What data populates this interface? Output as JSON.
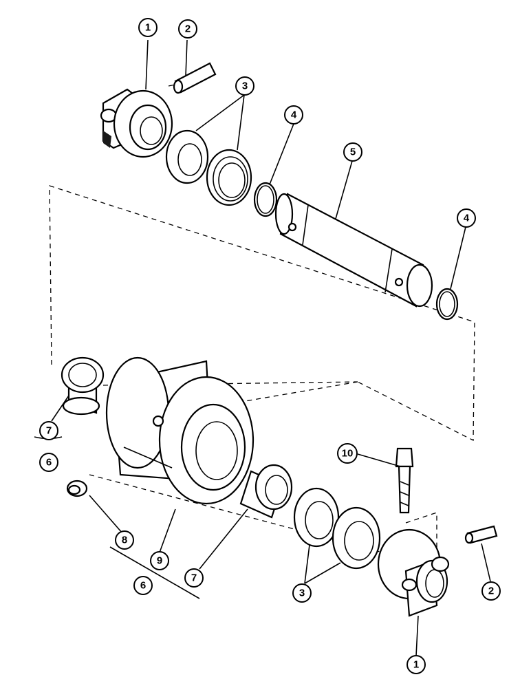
{
  "callouts": {
    "c1_top": "1",
    "c2_top": "2",
    "c3_top": "3",
    "c4_left": "4",
    "c5": "5",
    "c4_right": "4",
    "c7_left": "7",
    "c6_left": "6",
    "c10": "10",
    "c8": "8",
    "c9": "9",
    "c7_mid": "7",
    "c6_bottom": "6",
    "c3_bottom": "3",
    "c2_right": "2",
    "c1_bottom": "1"
  }
}
